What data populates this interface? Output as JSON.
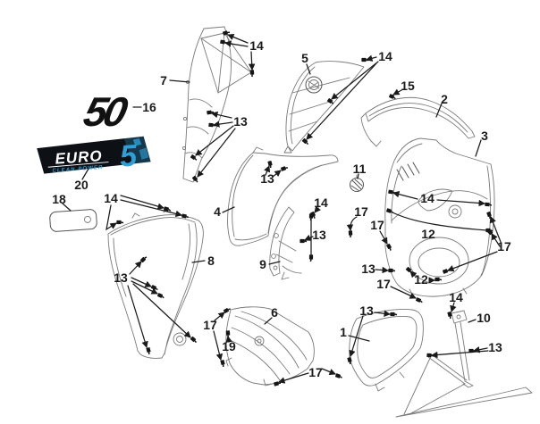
{
  "colors": {
    "badge_blue": "#2f9fd8",
    "badge_black": "#0d1115",
    "ink": "#1b1b1b",
    "part_line": "#7a7a7a",
    "background": "#ffffff"
  },
  "decals": {
    "model_number": "50",
    "euro_word": "EURO",
    "euro_digit": "5",
    "euro_subtext": "CLEAN POWER"
  },
  "callouts": [
    {
      "label": "14"
    },
    {
      "label": "5"
    },
    {
      "label": "14"
    },
    {
      "label": "7"
    },
    {
      "label": "15"
    },
    {
      "label": "2"
    },
    {
      "label": "16"
    },
    {
      "label": "13"
    },
    {
      "label": "3"
    },
    {
      "label": "11"
    },
    {
      "label": "13"
    },
    {
      "label": "20"
    },
    {
      "label": "18"
    },
    {
      "label": "14"
    },
    {
      "label": "14"
    },
    {
      "label": "14"
    },
    {
      "label": "4"
    },
    {
      "label": "17"
    },
    {
      "label": "17"
    },
    {
      "label": "13"
    },
    {
      "label": "12"
    },
    {
      "label": "17"
    },
    {
      "label": "8"
    },
    {
      "label": "9"
    },
    {
      "label": "13"
    },
    {
      "label": "13"
    },
    {
      "label": "12"
    },
    {
      "label": "17"
    },
    {
      "label": "14"
    },
    {
      "label": "13"
    },
    {
      "label": "6"
    },
    {
      "label": "10"
    },
    {
      "label": "17"
    },
    {
      "label": "1"
    },
    {
      "label": "19"
    },
    {
      "label": "13"
    },
    {
      "label": "17"
    }
  ]
}
